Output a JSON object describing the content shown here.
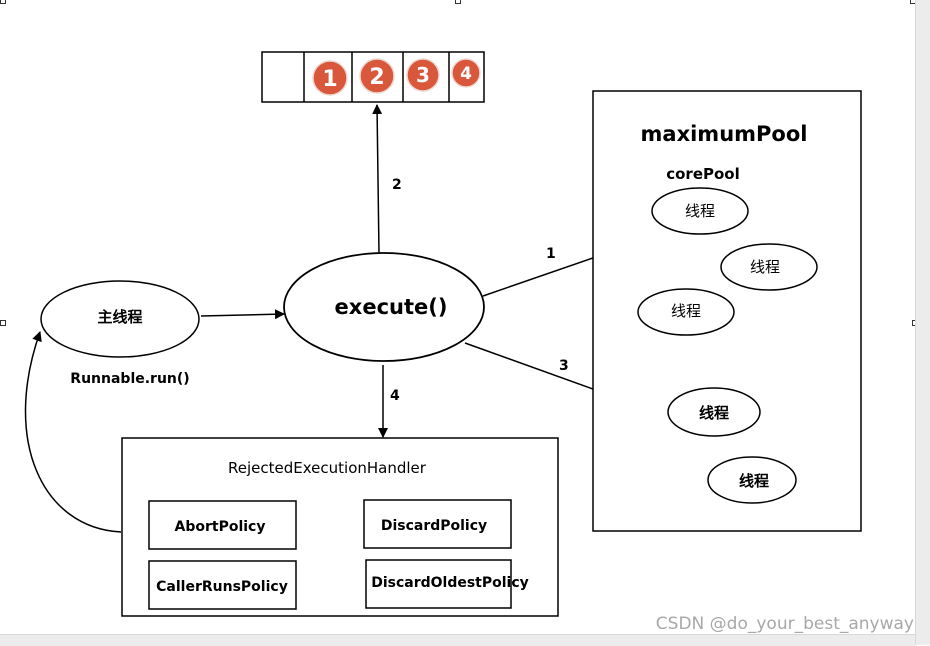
{
  "queue": {
    "items": [
      "1",
      "2",
      "3",
      "4"
    ],
    "badge_color": "#d9573b"
  },
  "arrows": {
    "to_queue": "2",
    "to_core_pool": "1",
    "to_max_pool": "3",
    "to_rejected": "4"
  },
  "main_thread": {
    "label": "主线程",
    "caption": "Runnable.run()"
  },
  "execute": {
    "label": "execute()"
  },
  "maximum_pool": {
    "title": "maximumPool",
    "core_pool_label": "corePool",
    "threads": [
      "线程",
      "线程",
      "线程",
      "线程",
      "线程"
    ]
  },
  "rejected_handler": {
    "title": "RejectedExecutionHandler",
    "policies": [
      "AbortPolicy",
      "DiscardPolicy",
      "CallerRunsPolicy",
      "DiscardOldestPolicy"
    ]
  },
  "watermark": "CSDN @do_your_best_anyway"
}
